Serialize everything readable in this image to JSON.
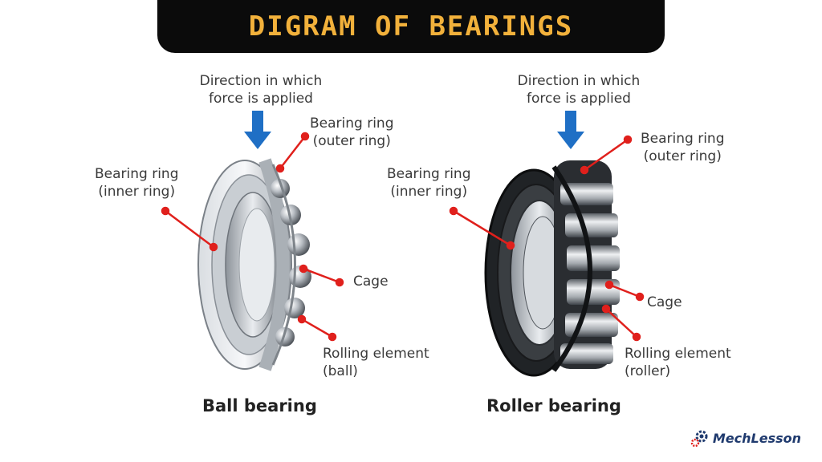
{
  "title": "DIGRAM OF BEARINGS",
  "left_diagram": {
    "force_label": "Direction in which force is applied",
    "outer_ring_label_1": "Bearing ring",
    "outer_ring_label_2": "(outer ring)",
    "inner_ring_label_1": "Bearing ring",
    "inner_ring_label_2": "(inner ring)",
    "cage_label": "Cage",
    "rolling_label_1": "Rolling element",
    "rolling_label_2": "(ball)",
    "caption": "Ball bearing"
  },
  "right_diagram": {
    "force_label": "Direction in which force is applied",
    "outer_ring_label_1": "Bearing ring",
    "outer_ring_label_2": "(outer ring)",
    "inner_ring_label_1": "Bearing ring",
    "inner_ring_label_2": "(inner ring)",
    "cage_label": "Cage",
    "rolling_label_1": "Rolling element",
    "rolling_label_2": "(roller)",
    "caption": "Roller bearing"
  },
  "brand": {
    "name": "MechLesson",
    "logo_icon": "gear-icon"
  },
  "colors": {
    "title_bg": "#0b0b0b",
    "title_text": "#f2b13b",
    "arrow": "#1f6fc5",
    "pointer": "#e0201c"
  }
}
